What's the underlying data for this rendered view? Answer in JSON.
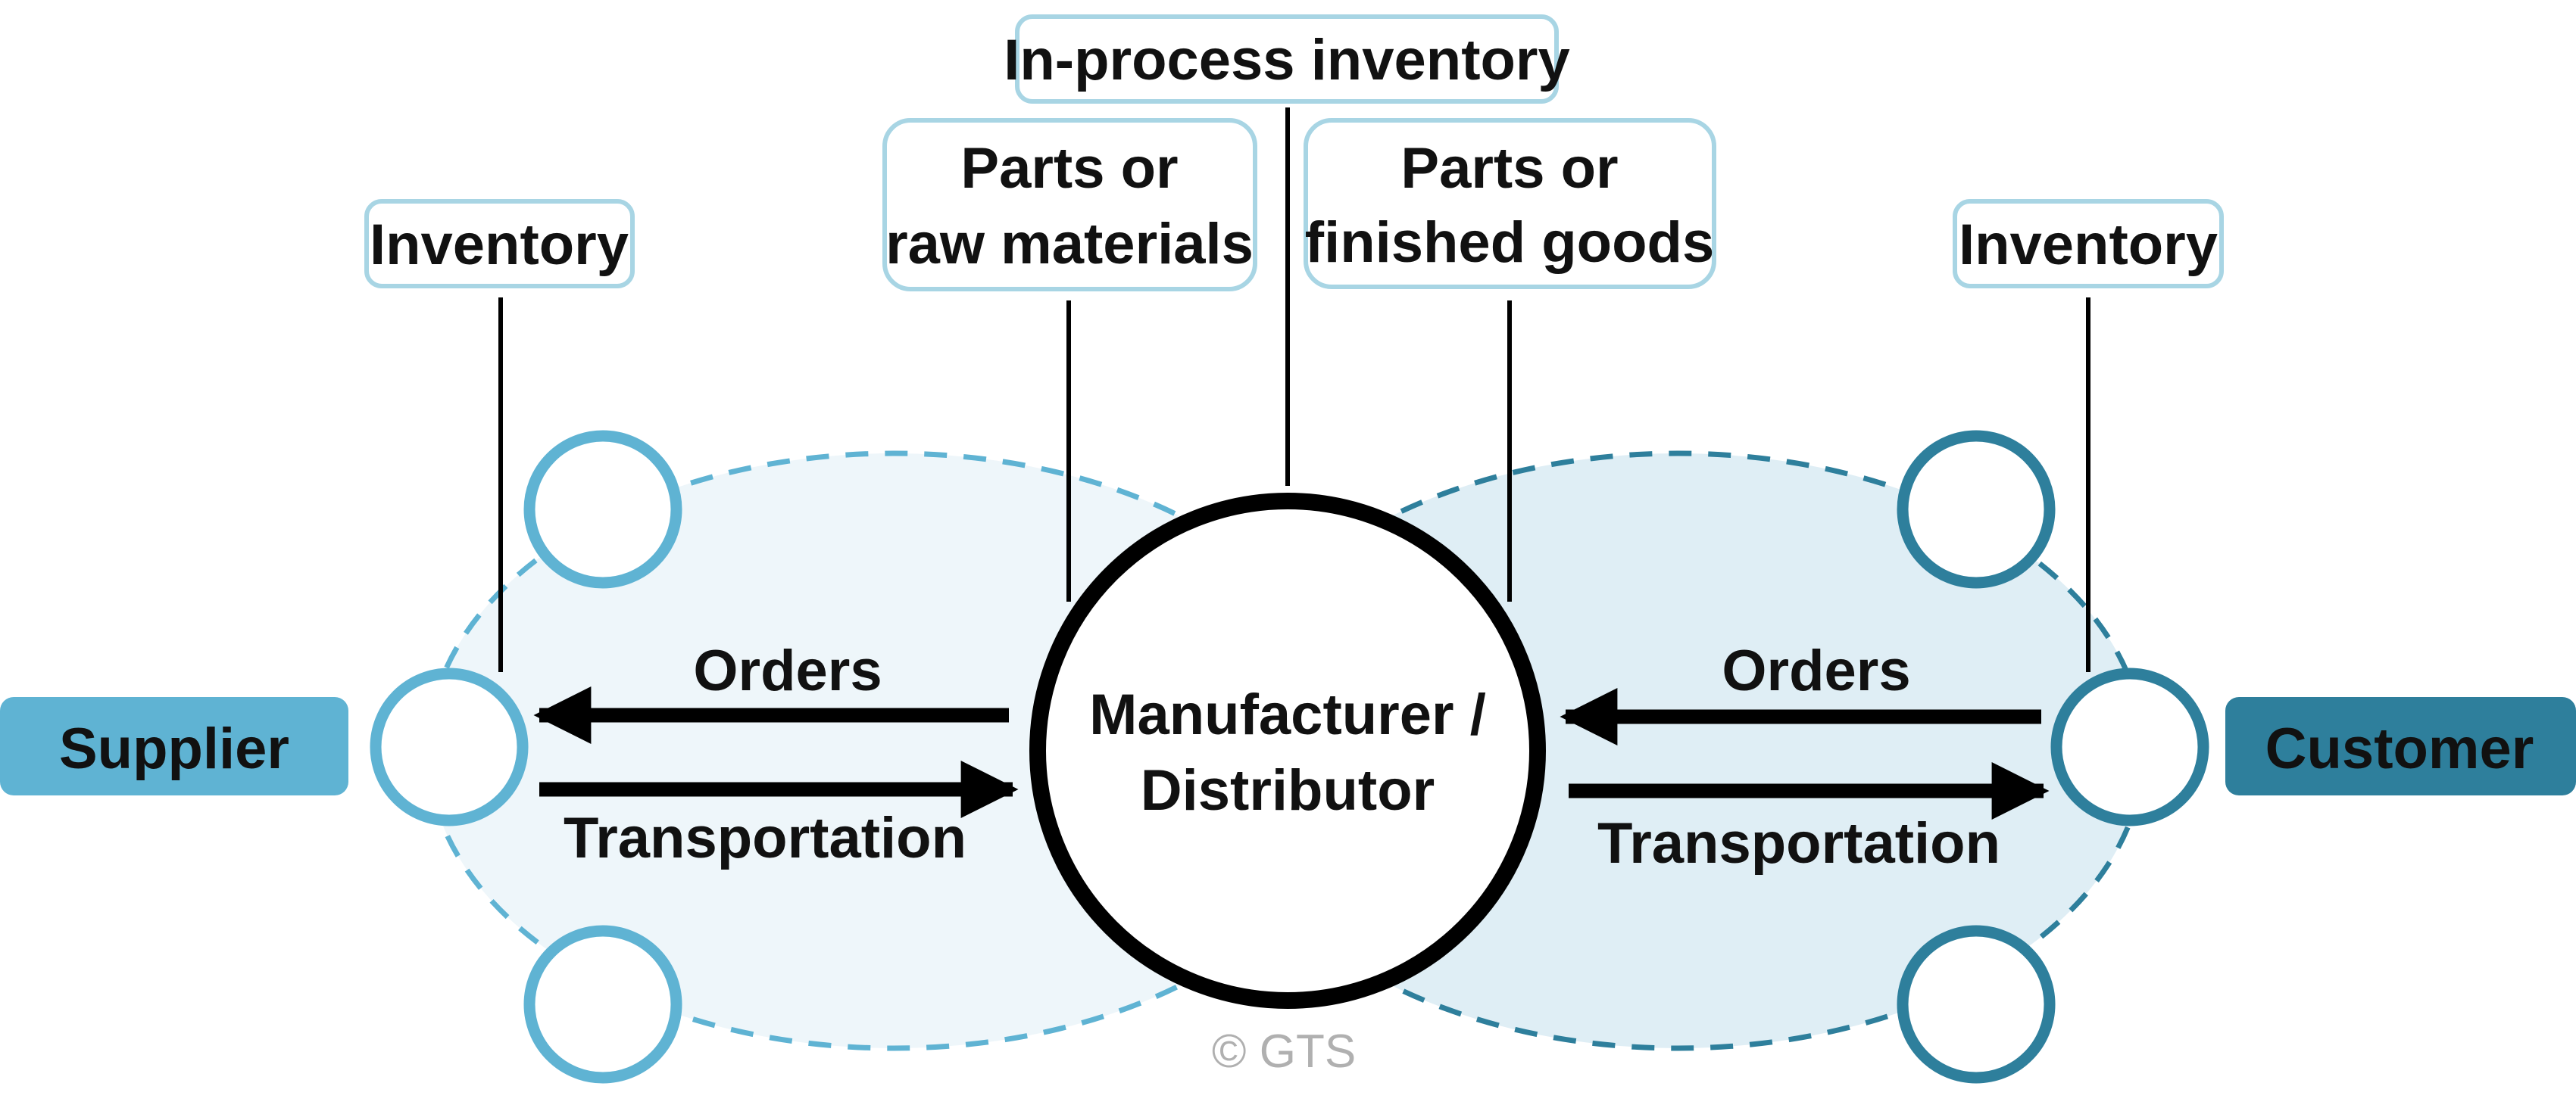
{
  "diagram": {
    "labels": {
      "in_process": "In-process inventory",
      "parts_raw_1": "Parts or",
      "parts_raw_2": "raw materials",
      "parts_finished_1": "Parts or",
      "parts_finished_2": "finished goods",
      "inventory_left": "Inventory",
      "inventory_right": "Inventory",
      "supplier": "Supplier",
      "customer": "Customer",
      "center_1": "Manufacturer /",
      "center_2": "Distributor",
      "orders_left": "Orders",
      "transport_left": "Transportation",
      "orders_right": "Orders",
      "transport_right": "Transportation",
      "copyright": "© GTS"
    },
    "colors": {
      "supplier_side": "#5fb3d3",
      "customer_side": "#2e7f9c",
      "left_fill": "#eef6fa",
      "right_fill": "#dfeef5",
      "label_border": "#a8d5e4",
      "line": "#000000"
    }
  }
}
